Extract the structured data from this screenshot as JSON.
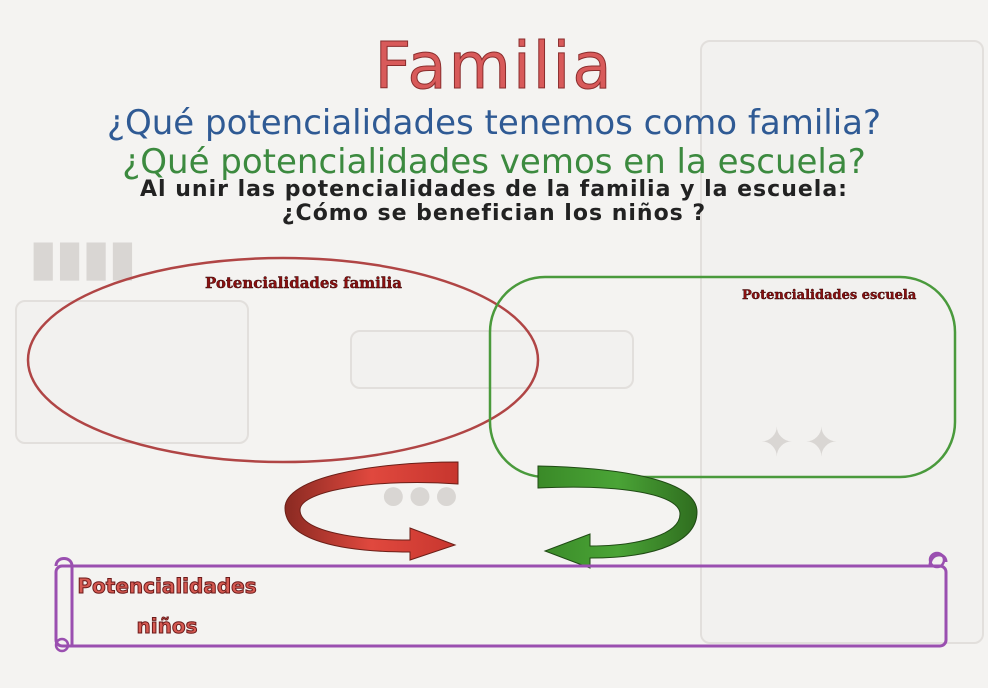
{
  "title": "Familia",
  "questions": {
    "q1": "¿Qué potencialidades tenemos como familia?",
    "q2": "¿Qué potencialidades vemos en la escuela?",
    "q3_line1": "Al unir las potencialidades de la familia y la escuela:",
    "q3_line2": "¿Cómo se benefician los niños ?"
  },
  "labels": {
    "familia": "Potencialidades  familia",
    "escuela": "Potencialidades  escuela",
    "ninos_line1": "Potencialidades",
    "ninos_line2": "niños"
  },
  "colors": {
    "title": "#d85a5a",
    "q1": "#2f5a94",
    "q2": "#3c8a3f",
    "familia_ellipse": "#b04545",
    "escuela_box": "#4a9a3c",
    "ninos_scroll": "#9a4fb0",
    "arrow_red": "#d4413a",
    "arrow_green": "#3f8f2a"
  }
}
